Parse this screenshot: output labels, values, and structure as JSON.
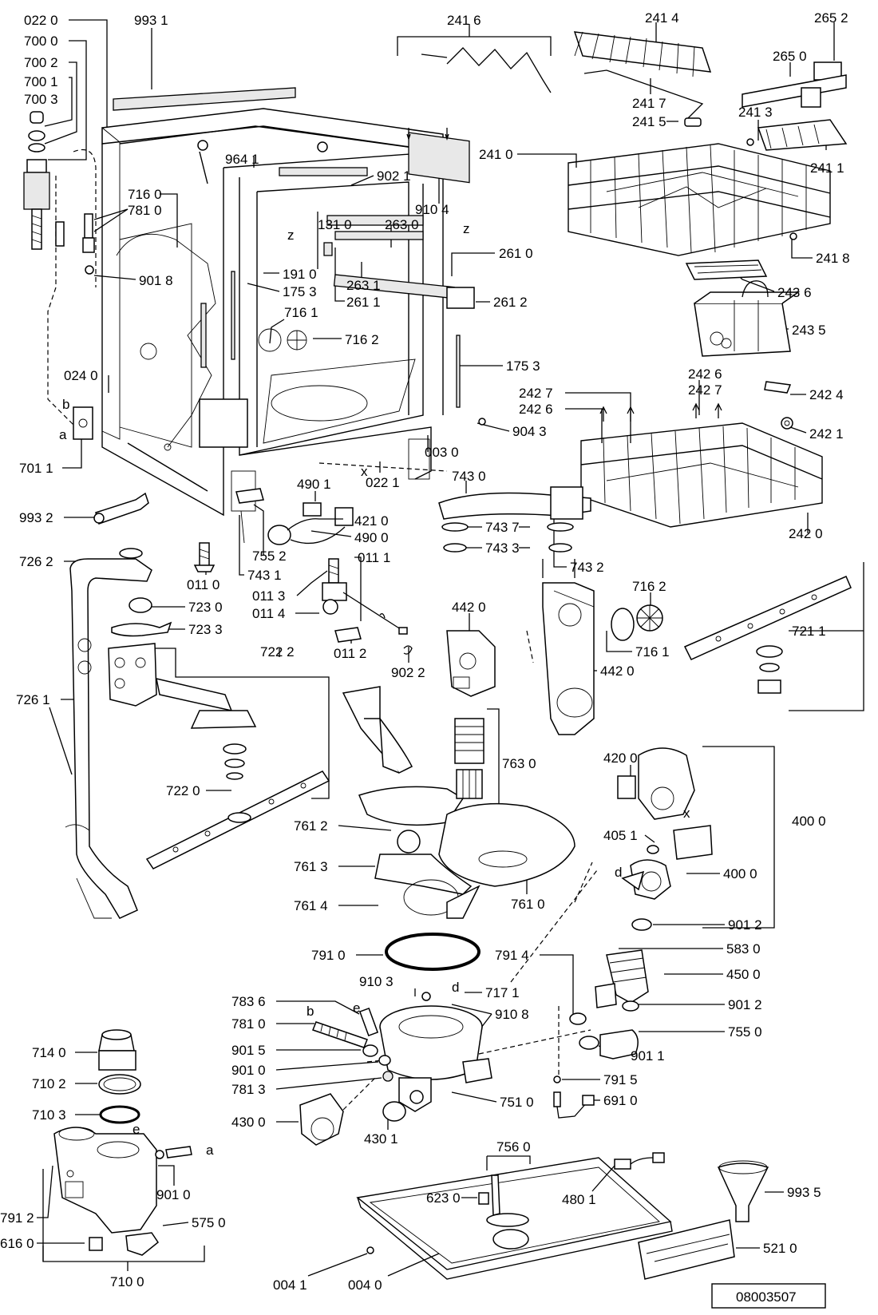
{
  "labels": {
    "l0220": "022 0",
    "l7000": "700 0",
    "l7002": "700 2",
    "l7001": "700 1",
    "l7003": "700 3",
    "l9931": "993 1",
    "l2416": "241 6",
    "l2414": "241 4",
    "l2652": "265 2",
    "l2650": "265 0",
    "l2417": "241 7",
    "l2413": "241 3",
    "l2415": "241 5",
    "l2411": "241 1",
    "l2410": "241 0",
    "l2418": "241 8",
    "l9641": "964 1",
    "l9021": "902 1",
    "l9104": "910 4",
    "l7160": "716 0",
    "l7810a": "781 0",
    "l1310": "131 0",
    "l2630": "263 0",
    "l2610": "261 0",
    "l1910": "191 0",
    "l2631": "263 1",
    "l2611": "261 1",
    "l9018": "901 8",
    "l1753a": "175 3",
    "l2612": "261 2",
    "l2436": "243 6",
    "l7161a": "716 1",
    "l7162a": "716 2",
    "l2435": "243 5",
    "l1753b": "175 3",
    "l0240": "024 0",
    "l2426a": "242 6",
    "l2427a": "242 7",
    "l2427b": "242 7",
    "l2424": "242 4",
    "l2426b": "242 6",
    "l9043": "904 3",
    "l2421": "242 1",
    "l0030": "003 0",
    "l7011": "701 1",
    "l0221": "022 1",
    "l7430": "743 0",
    "l4901a": "490 1",
    "l4210": "421 0",
    "l9932": "993 2",
    "l7437": "743 7",
    "l4900": "490 0",
    "l2420": "242 0",
    "l7433": "743 3",
    "l7552": "755 2",
    "l7262": "726 2",
    "l0111": "011 1",
    "l7432": "743 2",
    "l0110": "011 0",
    "l7431": "743 1",
    "l7230": "723 0",
    "l0113": "011 3",
    "l7162b": "716 2",
    "l0114": "011 4",
    "l7233": "723 3",
    "l4420a": "442 0",
    "l0112": "011 2",
    "l7211": "721 1",
    "l7161b": "716 1",
    "l9022": "902 2",
    "l4420b": "442 0",
    "l7222": "722 2",
    "l7261": "726 1",
    "l7630": "763 0",
    "l4200": "420 0",
    "l7220": "722 0",
    "l4000a": "400 0",
    "l7612": "761 2",
    "l4051": "405 1",
    "l7613": "761 3",
    "l4000b": "400 0",
    "l7614": "761 4",
    "l7610": "761 0",
    "l9012a": "901 2",
    "l7910": "791 0",
    "l7914": "791 4",
    "l5830": "583 0",
    "l9103": "910 3",
    "l4500": "450 0",
    "l7171": "717 1",
    "l7836": "783 6",
    "l9108": "910 8",
    "l9012b": "901 2",
    "l7810b": "781 0",
    "l7550": "755 0",
    "l7140": "714 0",
    "l9015": "901 5",
    "l9011": "901 1",
    "l9010a": "901 0",
    "l7102": "710 2",
    "l7813": "781 3",
    "l7915": "791 5",
    "l7510": "751 0",
    "l6910": "691 0",
    "l7103": "710 3",
    "l4300": "430 0",
    "l4301": "430 1",
    "l7560": "756 0",
    "l9010b": "901 0",
    "l4801": "480 1",
    "l9935": "993 5",
    "l6230": "623 0",
    "l7912": "791 2",
    "l5750": "575 0",
    "l6160": "616 0",
    "l5210": "521 0",
    "l7100": "710 0",
    "l0041": "004 1",
    "l0040": "004 0"
  },
  "letters": {
    "a1": "a",
    "b1": "b",
    "z1": "z",
    "z2": "z",
    "x1": "x",
    "x2": "x",
    "d1": "d",
    "d2": "d",
    "e1": "e",
    "e2": "e",
    "b2": "b",
    "a2": "a"
  },
  "document_id": "08003507"
}
